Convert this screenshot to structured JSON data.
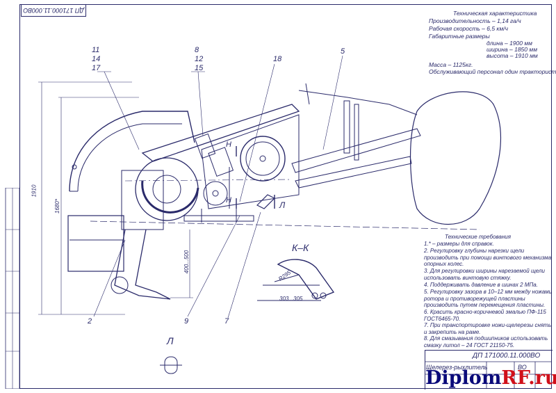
{
  "doc_code_rotated": "ДП 171000.11.000ВО",
  "spec": {
    "title": "Техническая характеристика",
    "lines": [
      "Производительность – 1,14 га/ч",
      "Рабочая скорость – 6,5 км/ч",
      "Габаритные размеры",
      "длина – 1900 мм",
      "ширина – 1850 мм",
      "высота – 1910 мм",
      "Масса – 1125кг.",
      "Обслуживающий персонал один тракторист."
    ]
  },
  "requirements": {
    "title": "Технические требования",
    "items": [
      "1.* – размеры для справок.",
      "2. Регулировку глубины нарезки щели производить при помощи винтового механизма опорных колес.",
      "3. Для регулировки ширины нарезаемой щели использовать винтовую стяжку.",
      "4. Поддерживать давление в шинах 2 МПа.",
      "5. Регулировку зазора в 10–12 мм между ножами ротора и противорежущей пластины производить путем перемещения пластины.",
      "6. Красить красно-коричневой эмалью ПФ-115 ГОСТ6465-70.",
      "7. При транспортировке ножи-щелерезы снять и закрепить на раме.",
      "8. Для смазывания подшипников использовать смазку литол – 24 ГОСТ 21150-75."
    ]
  },
  "callouts": {
    "c11": "11",
    "c14": "14",
    "c17": "17",
    "c8": "8",
    "c12": "12",
    "c15": "15",
    "c18": "18",
    "c5": "5",
    "c2": "2",
    "c9": "9",
    "c7": "7"
  },
  "dims": {
    "height_total": "1910",
    "height_inner": "1680*",
    "depth": "400...500",
    "radius": "R295",
    "width_kk": "303...305"
  },
  "section_labels": {
    "kk": "К–К",
    "l_view": "Л",
    "l_arrow": "Л",
    "h_top": "Н",
    "h_bottom": "Н"
  },
  "title_block": {
    "code": "ДП 171000.11.000ВО",
    "name": "Щелерез-рыхлитель",
    "sheet_hint": "ВО"
  },
  "watermark": {
    "main": "Diplom",
    "suffix": "RF.ru"
  }
}
